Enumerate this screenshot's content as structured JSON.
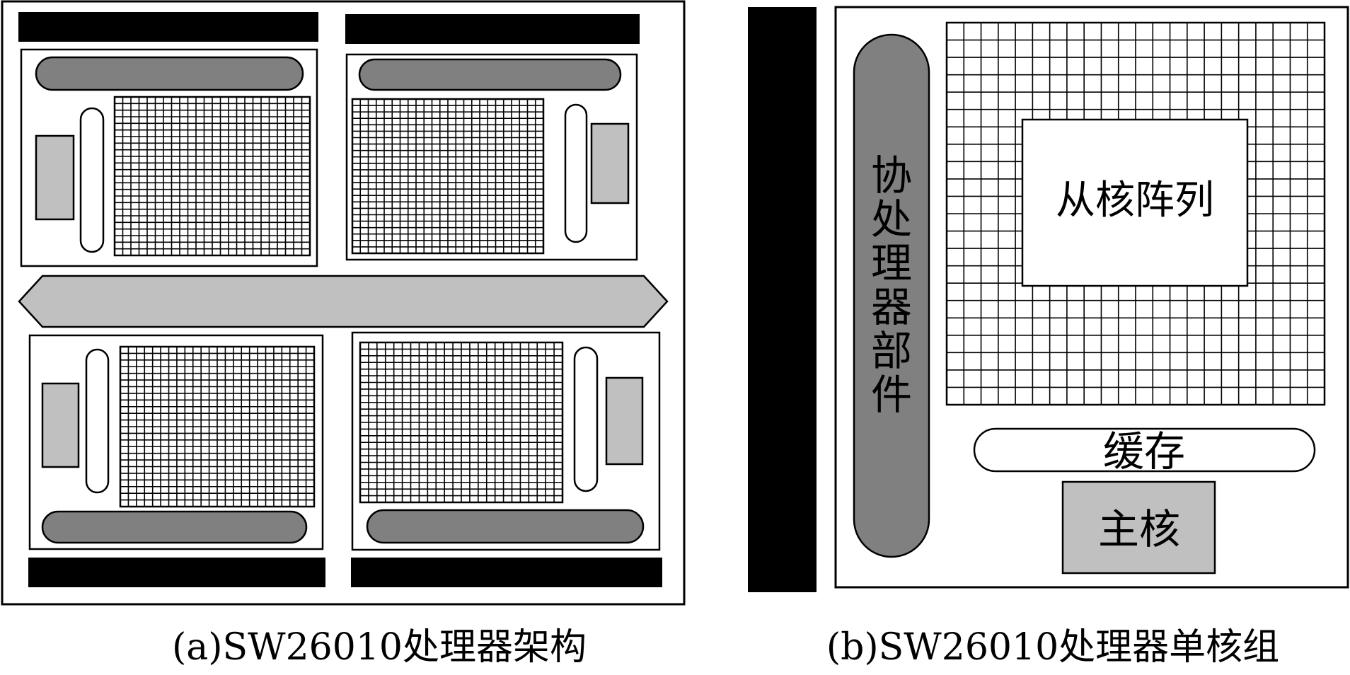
{
  "captions": {
    "a": "(a)SW26010处理器架构",
    "b": "(b)SW26010处理器单核组"
  },
  "labels": {
    "coprocessor": "协处理器部件",
    "slave_array": "从核阵列",
    "cache": "缓存",
    "master_core": "主核"
  },
  "colors": {
    "black": "#000000",
    "dark_gray": "#808080",
    "light_gray": "#c0c0c0",
    "white": "#ffffff"
  }
}
